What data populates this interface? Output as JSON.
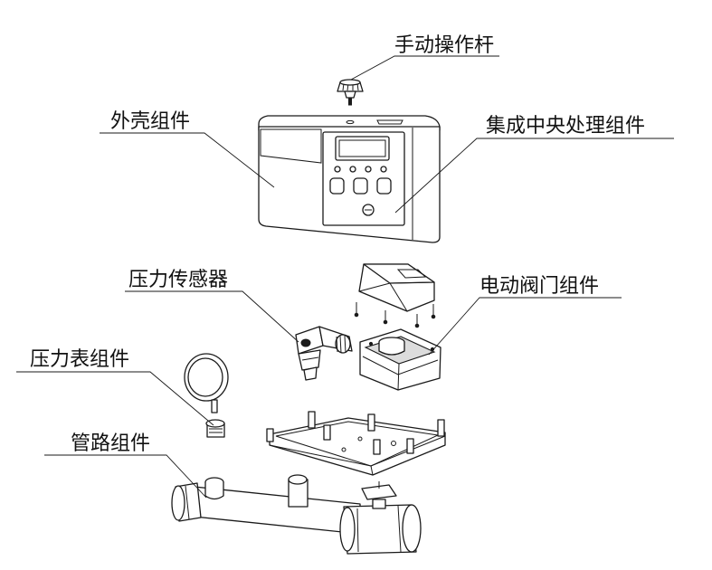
{
  "labels": {
    "manual_lever": "手动操作杆",
    "housing": "外壳组件",
    "cpu_assembly": "集成中央处理组件",
    "pressure_sensor": "压力传感器",
    "electric_valve": "电动阀门组件",
    "pressure_gauge": "压力表组件",
    "pipe_assembly": "管路组件"
  },
  "colors": {
    "line": "#1a1a1a",
    "background": "#ffffff"
  }
}
